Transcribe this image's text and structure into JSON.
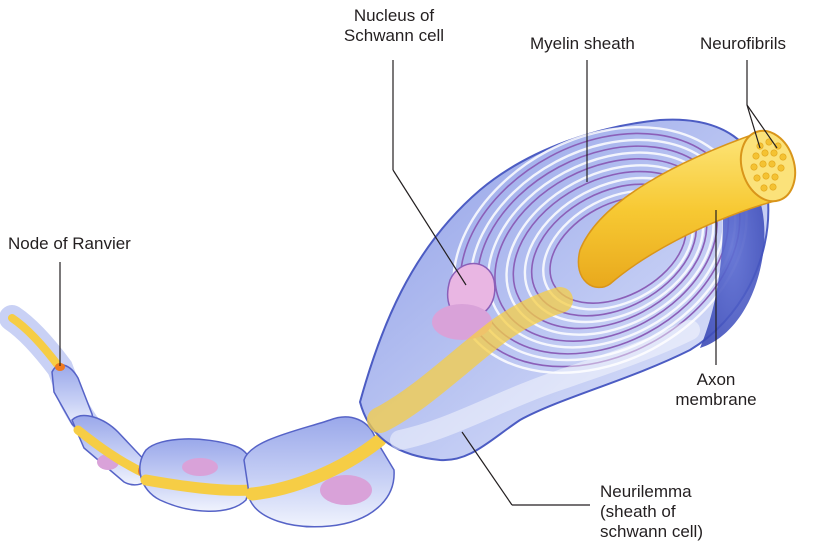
{
  "diagram": {
    "labels": {
      "nucleus": [
        "Nucleus of",
        "Schwann cell"
      ],
      "myelin": "Myelin sheath",
      "neurofibrils": "Neurofibrils",
      "node": "Node of Ranvier",
      "axon": [
        "Axon",
        "membrane"
      ],
      "neurilemma": [
        "Neurilemma",
        "(sheath of",
        "schwann cell)"
      ]
    }
  }
}
